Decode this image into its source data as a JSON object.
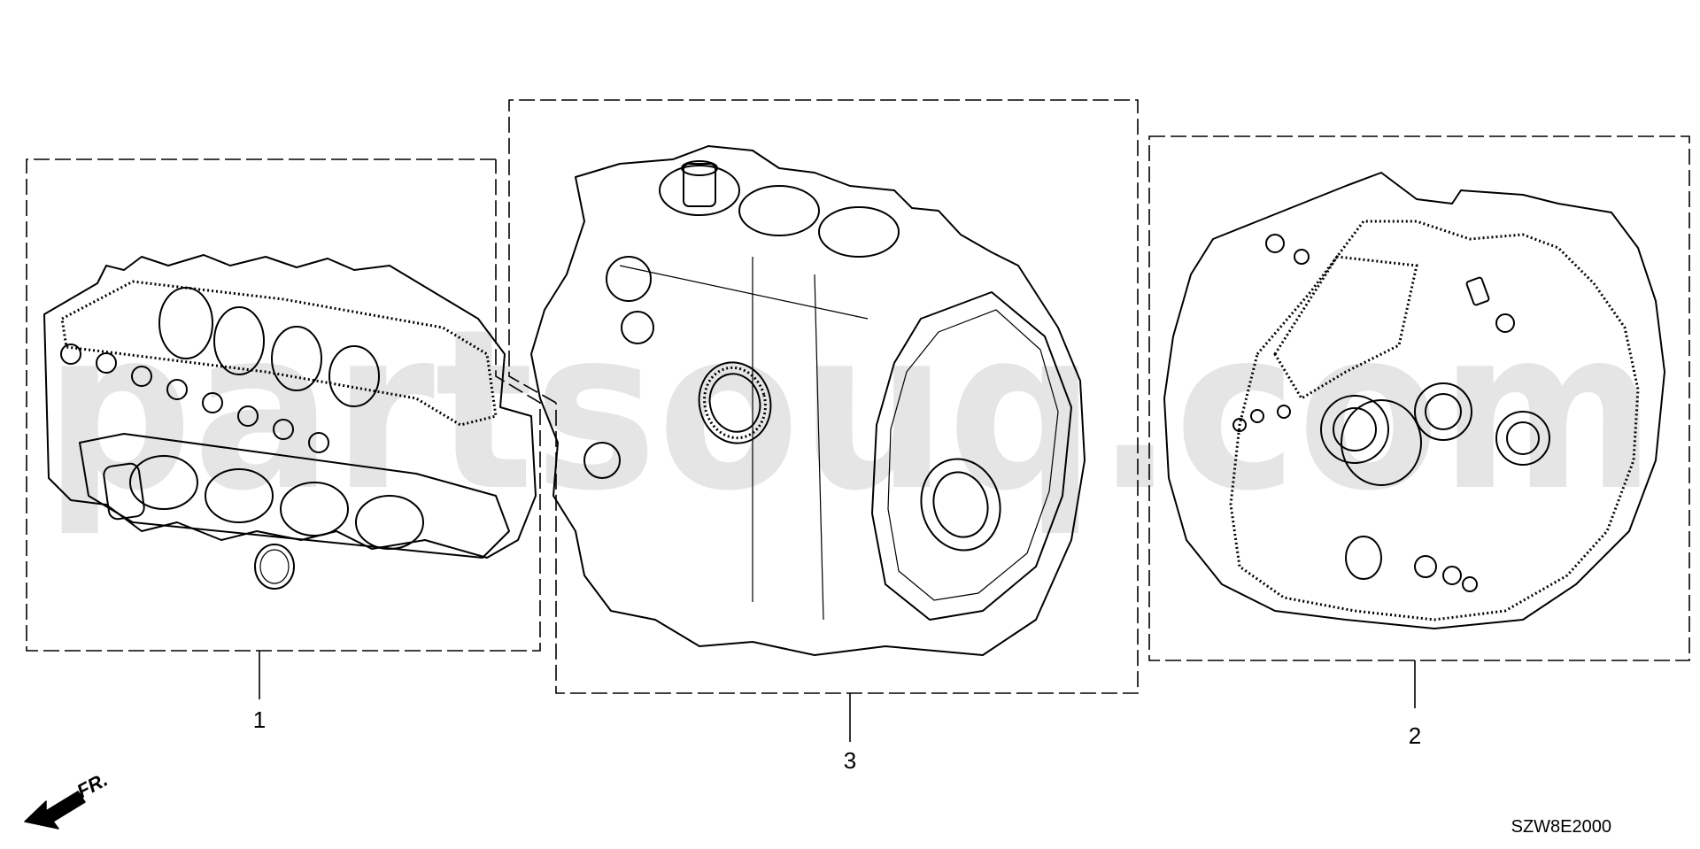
{
  "watermark": "partsouq.com",
  "callouts": {
    "kit_head": "1",
    "kit_block": "3",
    "kit_transmission": "2"
  },
  "direction_label": "FR.",
  "diagram_code": "SZW8E2000"
}
